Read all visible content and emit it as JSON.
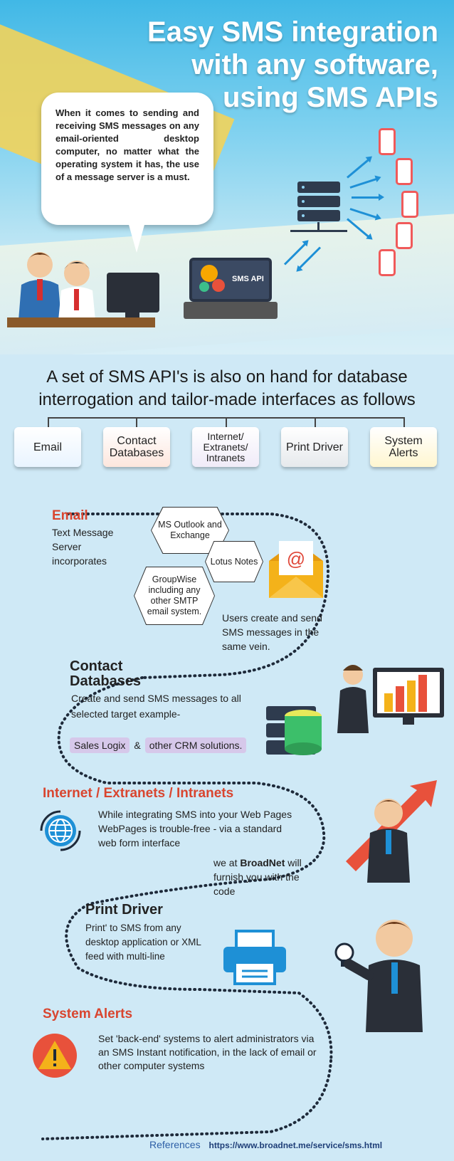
{
  "hero": {
    "title_line1": "Easy SMS integration",
    "title_line2": "with any software,",
    "title_line3": "using SMS APIs",
    "bubble_text": "When it comes to sending and receiving SMS messages on any email-oriented desktop computer, no matter what the operating system it has, the use of a message server is a must.",
    "laptop_label": "SMS API"
  },
  "subtitle": {
    "line1": "A set of SMS API's is also on hand for database",
    "line2": "interrogation and tailor-made interfaces as follows"
  },
  "categories": [
    {
      "label": "Email",
      "color": "#e9f4ff"
    },
    {
      "label": "Contact Databases",
      "color": "#fde6dd"
    },
    {
      "label": "Internet/ Extranets/ Intranets",
      "color": "#f0ebf8"
    },
    {
      "label": "Print Driver",
      "color": "#e6e9ec"
    },
    {
      "label": "System Alerts",
      "color": "#fff6d0"
    }
  ],
  "email": {
    "title": "Email",
    "text": "Text Message Server incorporates",
    "hex1": "MS Outlook and Exchange",
    "hex2": "Lotus Notes",
    "hex3": "GroupWise including any other SMTP email system.",
    "note": "Users create and send SMS messages in the same vein."
  },
  "contact": {
    "title_line1": "Contact",
    "title_line2": "Databases",
    "text": "Create and send SMS messages to all selected target example-",
    "pill1": "Sales Logix",
    "amp": "&",
    "pill2": "other CRM solutions."
  },
  "internet": {
    "title": "Internet / Extranets / Intranets",
    "text": "While integrating SMS into your Web Pages WebPages is trouble-free - via a standard web form interface",
    "note_prefix": "we at ",
    "note_brand": "BroadNet",
    "note_suffix": " will furnish you with the code"
  },
  "print": {
    "title": "Print Driver",
    "text": "Print' to SMS from any desktop application or XML feed with multi-line"
  },
  "alerts": {
    "title": "System Alerts",
    "text": "Set 'back-end' systems to alert administrators via an SMS Instant notification, in the lack of email or other computer systems"
  },
  "references": {
    "label": "References",
    "url": "https://www.broadnet.me/service/sms.html"
  },
  "colors": {
    "accent_red": "#d9452f",
    "hero_blue": "#41b8e6",
    "panel_blue": "#cfe9f6"
  }
}
